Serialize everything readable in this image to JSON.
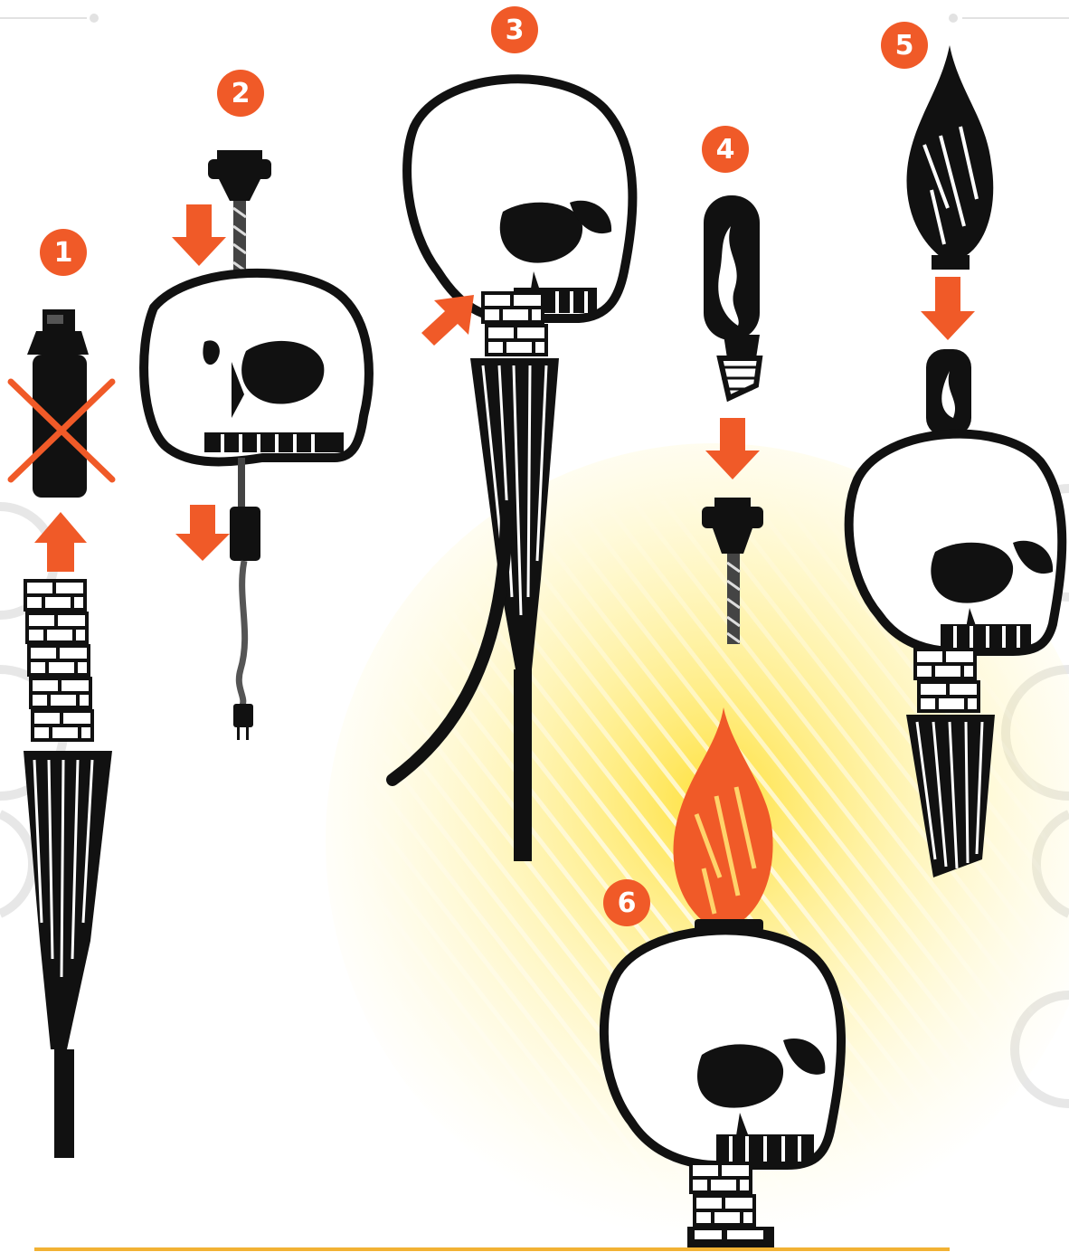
{
  "colors": {
    "accent": "#f05a28",
    "ink": "#111111",
    "glow": "#ffe033",
    "divider": "#f2b233"
  },
  "steps": [
    {
      "number": "1"
    },
    {
      "number": "2"
    },
    {
      "number": "3"
    },
    {
      "number": "4"
    },
    {
      "number": "5"
    },
    {
      "number": "6"
    }
  ],
  "icons": [
    "skull-icon",
    "tiki-torch-icon",
    "lamp-socket-icon",
    "flame-bulb-icon",
    "flame-topper-icon",
    "arrow-icon",
    "plug-icon",
    "x-mark-icon"
  ]
}
